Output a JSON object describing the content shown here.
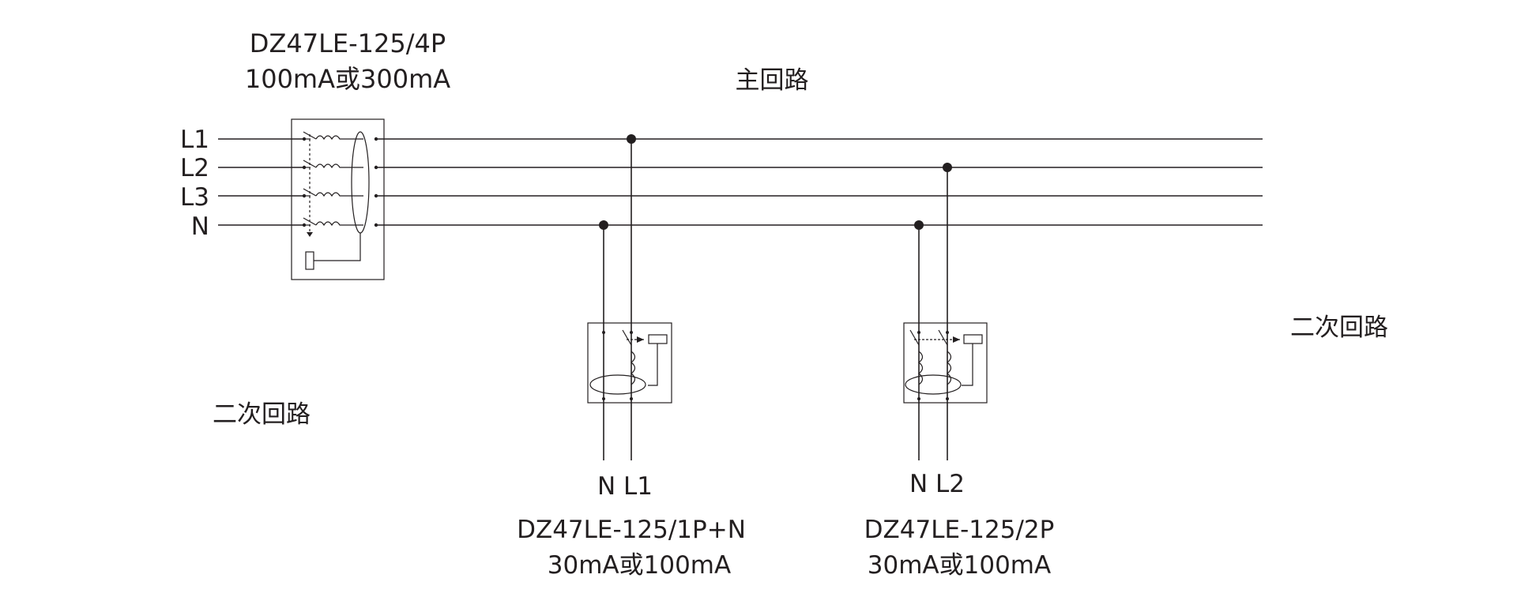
{
  "bus": {
    "lines": [
      "L1",
      "L2",
      "L3",
      "N"
    ]
  },
  "main_breaker": {
    "model": "DZ47LE-125/4P",
    "rating": "100mA或300mA"
  },
  "labels": {
    "main_circuit": "主回路",
    "secondary_circuit_left": "二次回路",
    "secondary_circuit_right": "二次回路"
  },
  "branch_1": {
    "terminals": "N L1",
    "model": "DZ47LE-125/1P+N",
    "rating": "30mA或100mA"
  },
  "branch_2": {
    "terminals": "N L2",
    "model": "DZ47LE-125/2P",
    "rating": "30mA或100mA"
  }
}
